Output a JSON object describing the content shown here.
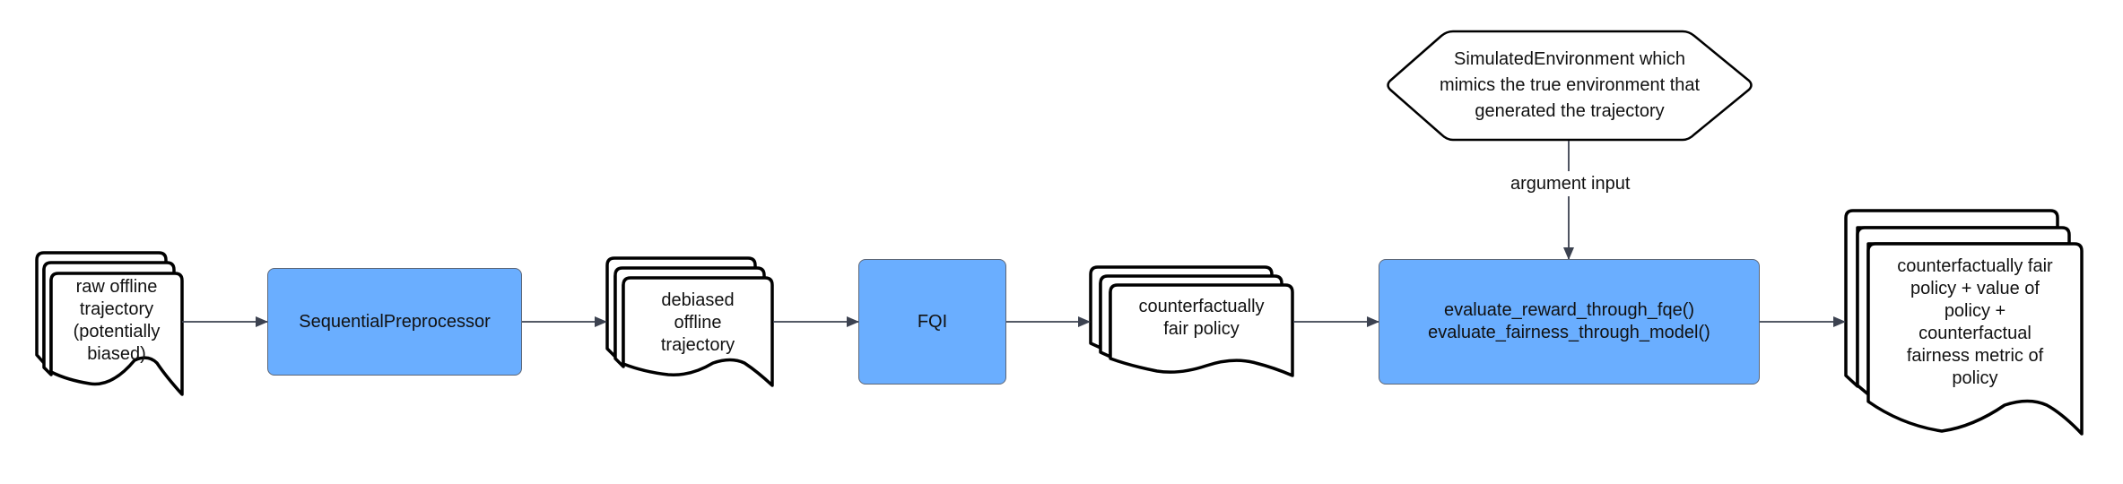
{
  "diagram": {
    "nodes": {
      "raw_trajectory": {
        "type": "multi-document",
        "label": "raw offline trajectory (potentially biased)",
        "lines": [
          "raw offline",
          "trajectory",
          "(potentially",
          "biased)"
        ]
      },
      "preprocessor": {
        "type": "process",
        "label": "SequentialPreprocessor"
      },
      "debiased_trajectory": {
        "type": "multi-document",
        "label": "debiased offline trajectory",
        "lines": [
          "debiased",
          "offline",
          "trajectory"
        ]
      },
      "fqi": {
        "type": "process",
        "label": "FQI"
      },
      "fair_policy": {
        "type": "multi-document",
        "label": "counterfactually fair policy",
        "lines": [
          "counterfactually",
          "fair policy"
        ]
      },
      "evaluate": {
        "type": "process",
        "label": "evaluate_reward_through_fqe() evaluate_fairness_through_model()",
        "lines": [
          "evaluate_reward_through_fqe()",
          "evaluate_fairness_through_model()"
        ]
      },
      "simulated_env": {
        "type": "hexagon",
        "label": "SimulatedEnvironment which mimics the true environment that generated the trajectory",
        "lines": [
          "SimulatedEnvironment which",
          "mimics the true environment that",
          "generated the trajectory"
        ]
      },
      "output": {
        "type": "multi-document",
        "label": "counterfactually fair policy + value of policy + counterfactual fairness metric of policy",
        "lines": [
          "counterfactually fair",
          "policy + value of",
          "policy +",
          "counterfactual",
          "fairness metric of",
          "policy"
        ]
      }
    },
    "edges": [
      {
        "from": "raw_trajectory",
        "to": "preprocessor",
        "label": ""
      },
      {
        "from": "preprocessor",
        "to": "debiased_trajectory",
        "label": ""
      },
      {
        "from": "debiased_trajectory",
        "to": "fqi",
        "label": ""
      },
      {
        "from": "fqi",
        "to": "fair_policy",
        "label": ""
      },
      {
        "from": "fair_policy",
        "to": "evaluate",
        "label": ""
      },
      {
        "from": "simulated_env",
        "to": "evaluate",
        "label": "argument input"
      },
      {
        "from": "evaluate",
        "to": "output",
        "label": ""
      }
    ],
    "colors": {
      "process_fill": "#6aaeff",
      "process_border": "#5c6677",
      "edge": "#3c4250",
      "document_stroke": "#000000",
      "text": "#111111"
    }
  }
}
